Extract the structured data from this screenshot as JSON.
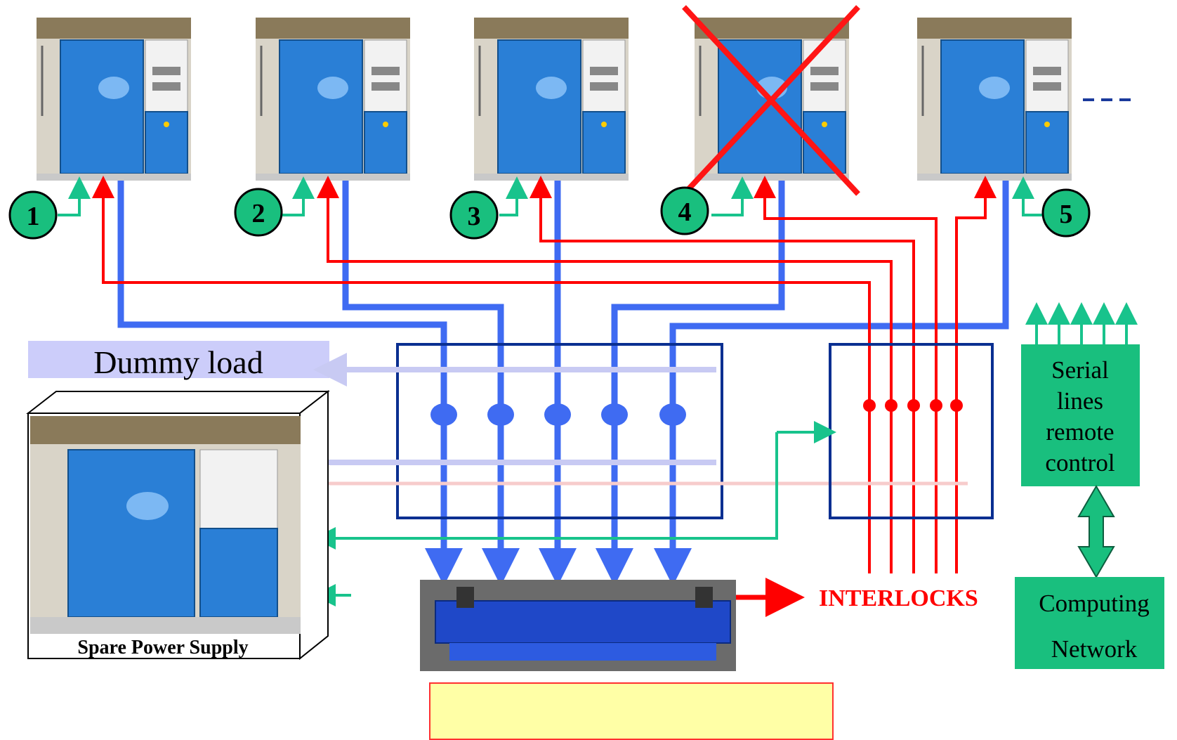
{
  "dummy_load_label": "Dummy load",
  "spare_power_supply_label": "Spare Power Supply",
  "serial_box": {
    "line1": "Serial",
    "line2": "lines",
    "line3": "remote",
    "line4": "control"
  },
  "computing_box": {
    "line1": "Computing",
    "line2": "Network"
  },
  "interlocks_label": "INTERLOCKS",
  "power_supplies": [
    {
      "number": "1",
      "status": "active"
    },
    {
      "number": "2",
      "status": "active"
    },
    {
      "number": "3",
      "status": "active"
    },
    {
      "number": "4",
      "status": "failed"
    },
    {
      "number": "5",
      "status": "active"
    }
  ],
  "colors": {
    "power_line": "#3f6bf2",
    "interlock_line": "#ff0000",
    "control_line": "#18c38c",
    "dummy_line": "#c8caf3",
    "spare_line": "#f7cccc",
    "switch_box_border": "#0a2f91",
    "green_box": "#19bf7e",
    "dummy_bg": "#cccdfa",
    "note_box": "#ffffa6"
  }
}
